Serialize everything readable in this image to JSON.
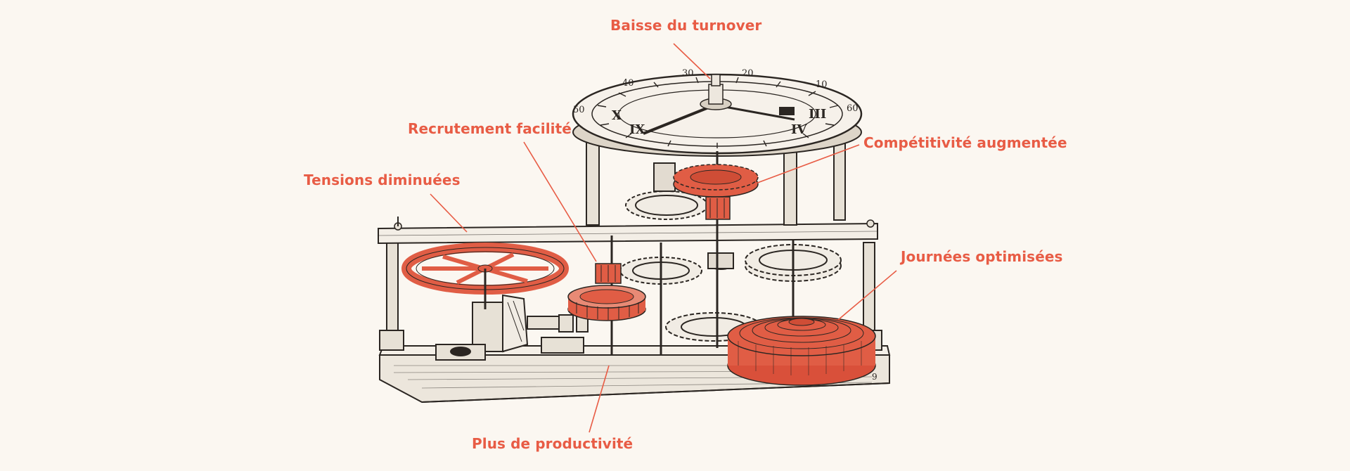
{
  "callouts": {
    "turnover": "Baisse du turnover",
    "recrutement": "Recrutement facilité",
    "competitivite": "Compétitivité augmentée",
    "tensions": "Tensions diminuées",
    "journees": "Journées optimisées",
    "productivite": "Plus de productivité"
  },
  "colors": {
    "background": "#fbf7f1",
    "accent": "#e85c45",
    "ink": "#2b2622"
  },
  "illustration": {
    "dial_numerals": [
      "50",
      "40",
      "30",
      "20",
      "10",
      "60"
    ],
    "plate_mark": "9"
  }
}
